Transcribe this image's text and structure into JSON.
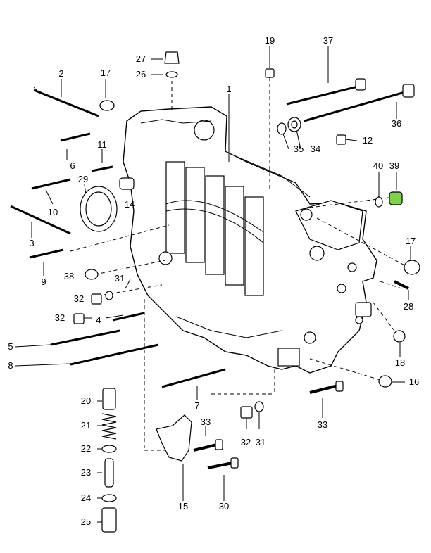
{
  "accent_color": "#7fd14a",
  "labels": {
    "p1": "1",
    "p2": "2",
    "p3": "3",
    "p4": "4",
    "p5": "5",
    "p6": "6",
    "p7": "7",
    "p8": "8",
    "p9": "9",
    "p10": "10",
    "p11": "11",
    "p12": "12",
    "p14": "14",
    "p15": "15",
    "p16": "16",
    "p17a": "17",
    "p17b": "17",
    "p18": "18",
    "p19": "19",
    "p20": "20",
    "p21": "21",
    "p22": "22",
    "p23": "23",
    "p24": "24",
    "p25": "25",
    "p26": "26",
    "p27": "27",
    "p28": "28",
    "p29": "29",
    "p30": "30",
    "p31a": "31",
    "p31b": "31",
    "p32a": "32",
    "p32b": "32",
    "p32c": "32",
    "p33a": "33",
    "p33b": "33",
    "p34": "34",
    "p35": "35",
    "p36": "36",
    "p37": "37",
    "p38": "38",
    "p39": "39",
    "p40": "40"
  }
}
